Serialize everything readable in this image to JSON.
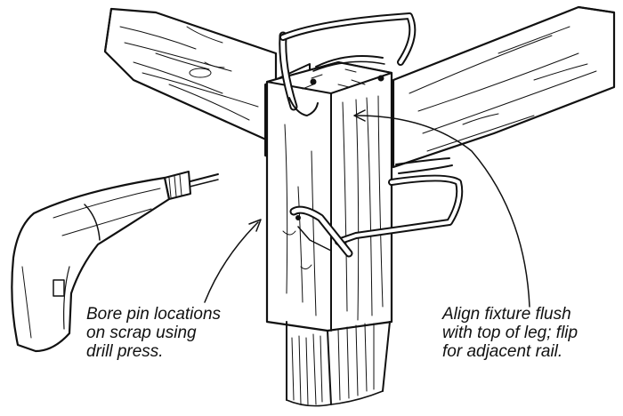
{
  "callouts": {
    "bore": {
      "lines": [
        "Bore pin locations",
        "on scrap using",
        "drill press."
      ]
    },
    "align": {
      "lines": [
        "Align fixture flush",
        "with top of leg; flip",
        "for adjacent rail."
      ]
    }
  },
  "colors": {
    "ink": "#111111",
    "paper": "#ffffff"
  }
}
